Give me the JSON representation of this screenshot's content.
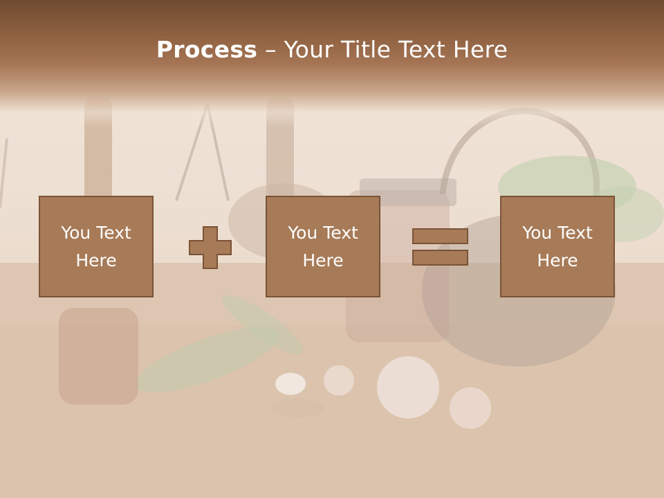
{
  "title": {
    "bold": "Process",
    "rest": " – Your Title Text Here"
  },
  "boxes": [
    {
      "label": "You Text Here"
    },
    {
      "label": "You Text Here"
    },
    {
      "label": "You Text Here"
    }
  ],
  "operators": [
    "plus-icon",
    "equals-icon"
  ],
  "colors": {
    "box_fill": "#a87b58",
    "box_border": "#7a5236",
    "title_bar": "#8c5f3f",
    "text": "#ffffff"
  }
}
